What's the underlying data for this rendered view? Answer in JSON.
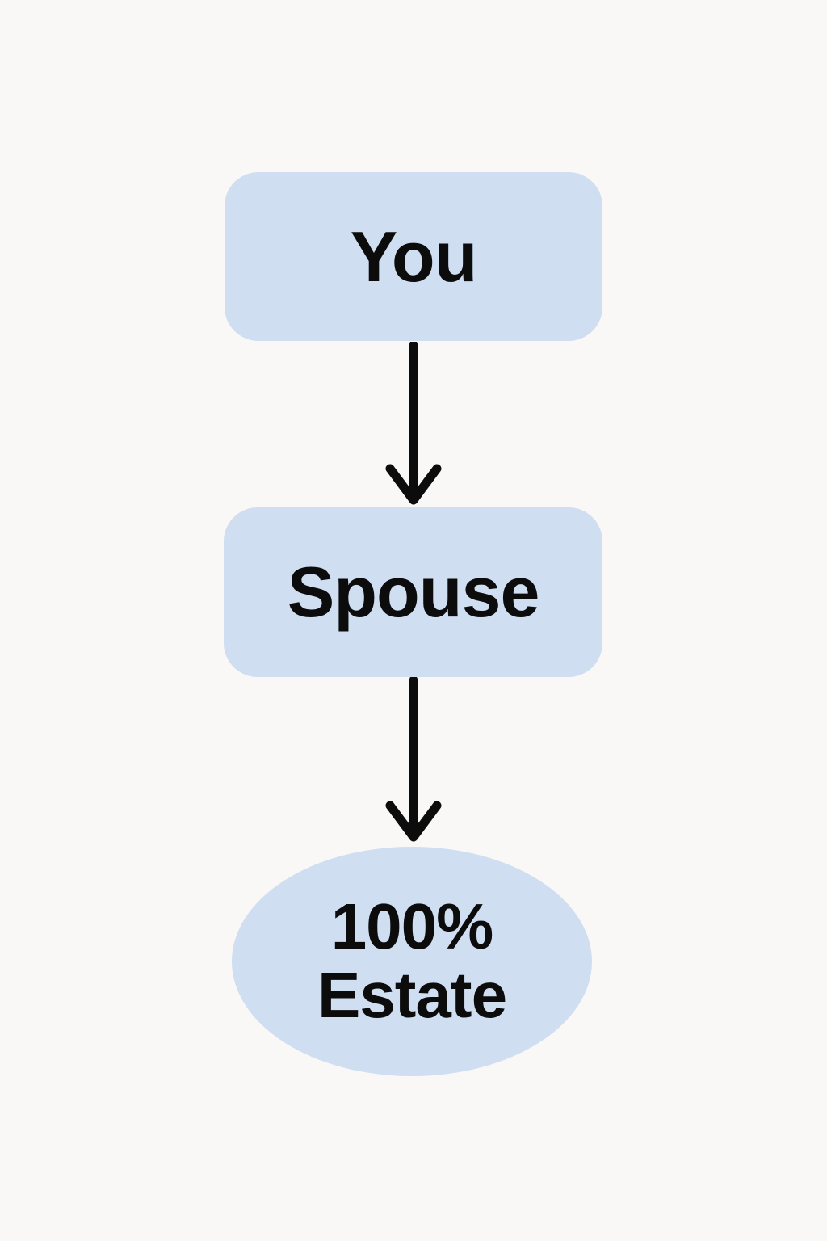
{
  "diagram": {
    "type": "flowchart",
    "direction": "top-down"
  },
  "nodes": {
    "you": {
      "label": "You",
      "shape": "rounded-rect"
    },
    "spouse": {
      "label": "Spouse",
      "shape": "rounded-rect"
    },
    "estate": {
      "line1": "100%",
      "line2": "Estate",
      "shape": "ellipse"
    }
  },
  "edges": [
    {
      "from": "You",
      "to": "Spouse",
      "style": "arrow-down"
    },
    {
      "from": "Spouse",
      "to": "100% Estate",
      "style": "arrow-down"
    }
  ],
  "colors": {
    "background": "#f9f8f6",
    "node_fill": "#cfdef1",
    "text": "#0c0c0c",
    "arrow": "#0c0c0c"
  }
}
